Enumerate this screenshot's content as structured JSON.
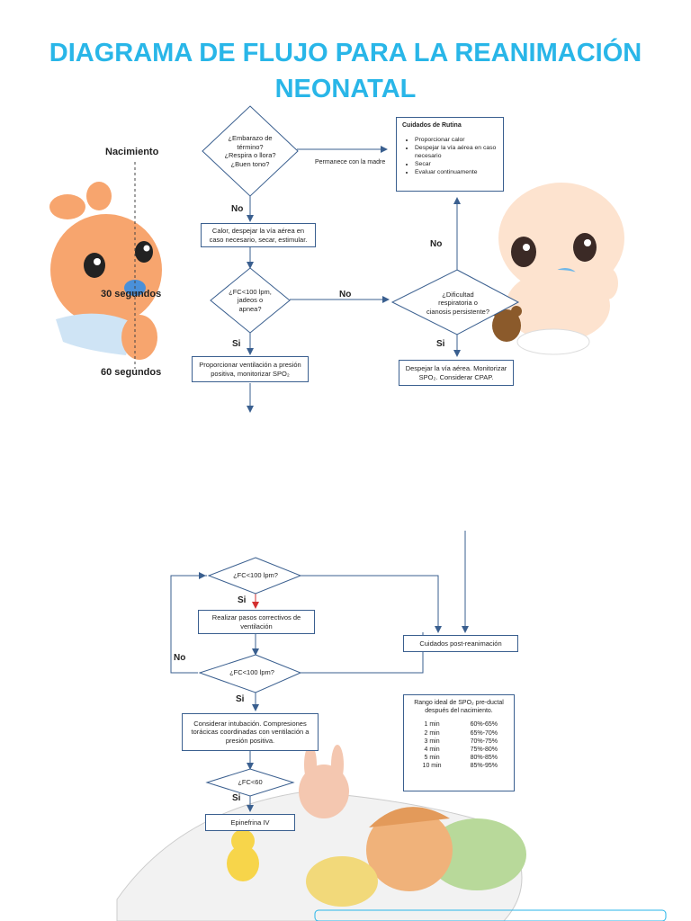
{
  "title": {
    "line1": "DIAGRAMA DE FLUJO PARA LA REANIMACIÓN",
    "line2": "NEONATAL"
  },
  "timeline": {
    "birth": "Nacimiento",
    "t30": "30 segundos",
    "t60": "60 segundos"
  },
  "nodes": {
    "q1": [
      "¿Embarazo de",
      "término?",
      "¿Respira o llora?",
      "¿Buen tono?"
    ],
    "stay": "Permanece con la madre",
    "routine": {
      "heading": "Cuidados de Rutina",
      "items": [
        "Proporcionar calor",
        "Despejar la vía aérea en caso necesario",
        "Secar",
        "Evaluar continuamente"
      ]
    },
    "warm": "Calor, despejar la vía aérea en caso necesario, secar, estimular.",
    "q2": [
      "¿FC<100 lpm,",
      "jadeos o",
      "apnea?"
    ],
    "q3": [
      "¿Dificultad",
      "respiratoria o",
      "cianosis persistente?"
    ],
    "ppv": "Proporcionar ventilación a presión positiva, monitorizar SPO₂",
    "airway": "Despejar la vía aérea. Monitorizar SPO₂. Considerar CPAP.",
    "q4": "¿FC<100 lpm?",
    "corrective": "Realizar pasos correctivos de ventilación",
    "post": "Cuidados post-reanimación",
    "q5": "¿FC<100 lpm?",
    "intub": "Considerar intubación. Compresiones torácicas coordinadas con ventilación a presión positiva.",
    "q6": "¿FC<60",
    "epi": "Epinefrina IV"
  },
  "labels": {
    "no": "No",
    "si": "Si"
  },
  "spo2_table": {
    "heading": "Rango ideal de SPO₂ pre-ductal después del nacimiento.",
    "rows": [
      {
        "min": "1 min",
        "range": "60%-65%"
      },
      {
        "min": "2 min",
        "range": "65%-70%"
      },
      {
        "min": "3 min",
        "range": "70%-75%"
      },
      {
        "min": "4 min",
        "range": "75%-80%"
      },
      {
        "min": "5 min",
        "range": "80%-85%"
      },
      {
        "min": "10 min",
        "range": "85%-95%"
      }
    ]
  },
  "colors": {
    "title": "#29b6e8",
    "arrow": "#3a5f8f",
    "skin": "#f7a56e"
  }
}
